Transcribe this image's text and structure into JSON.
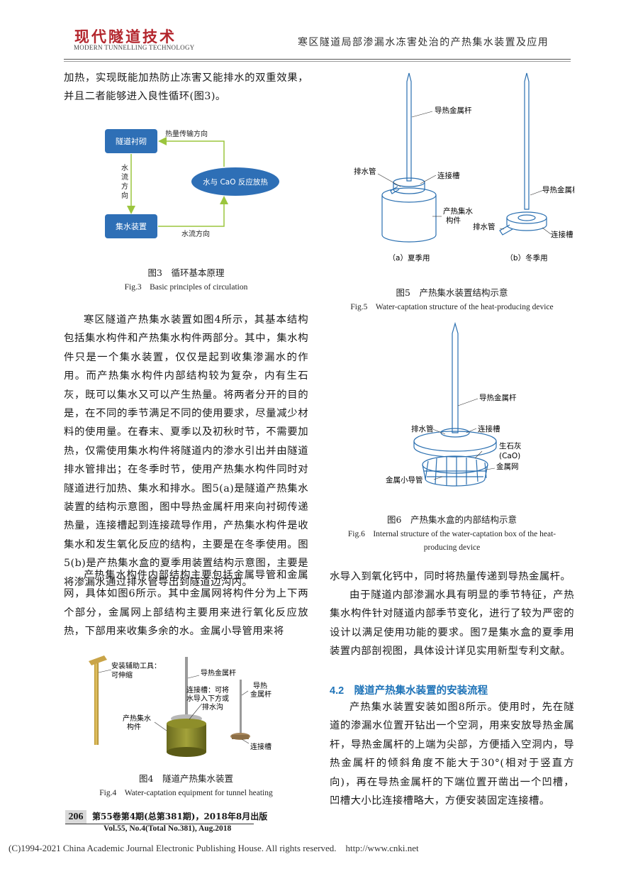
{
  "header": {
    "journal_cn": "现代隧道技术",
    "journal_en": "MODERN TUNNELLING TECHNOLOGY",
    "running_title": "寒区隧道局部渗漏水冻害处治的产热集水装置及应用"
  },
  "left_column": {
    "p1": "加热，实现既能加热防止冻害又能排水的双重效果，并且二者能够进入良性循环(图3)。",
    "p2": "寒区隧道产热集水装置如图4所示，其基本结构包括集水构件和产热集水构件两部分。其中，集水构件只是一个集水装置，仅仅是起到收集渗漏水的作用。而产热集水构件内部结构较为复杂，内有生石灰，既可以集水又可以产生热量。将两者分开的目的是，在不同的季节满足不同的使用要求，尽量减少材料的使用量。在春末、夏季以及初秋时节，不需要加热，仅需使用集水构件将隧道内的渗水引出并由隧道排水管排出；在冬季时节，使用产热集水构件同时对隧道进行加热、集水和排水。图5(a)是隧道产热集水装置的结构示意图，图中导热金属杆用来向衬砌传递热量，连接槽起到连接疏导作用，产热集水构件是收集水和发生氧化反应的结构，主要是在冬季使用。图5(b)是产热集水盒的夏季用装置结构示意图，主要是将渗漏水通过排水管导出到隧道边沟内。",
    "p3": "产热集水构件内部结构主要包括金属导管和金属网，具体如图6所示。其中金属网将构件分为上下两个部分，金属网上部结构主要用来进行氧化反应放热，下部用来收集多余的水。金属小导管用来将"
  },
  "fig3": {
    "box_lining": "隧道衬砌",
    "box_collector": "集水装置",
    "box_reaction": "水与 CaO 反应放热",
    "label_heat": "热量传输方向",
    "label_flow_vertical": [
      "水",
      "流",
      "方",
      "向"
    ],
    "label_flow_bottom": "水流方向",
    "caption_cn": "图3　循环基本原理",
    "caption_en": "Fig.3　Basic principles of circulation",
    "colors": {
      "box_fill": "#2e6fb6",
      "arrow": "#9bc53d"
    }
  },
  "fig4": {
    "label_tool": "安装辅助工具：",
    "label_tool2": "可伸缩",
    "label_rod": "导热金属杆",
    "label_groove": "连接槽：可将",
    "label_groove2": "水导入下方或",
    "label_ditch": "排水沟",
    "label_rod2a": "导热",
    "label_rod2b": "金属杆",
    "label_member_a": "产热集水",
    "label_member_b": "构件",
    "label_groove3": "连接槽",
    "caption_cn": "图4　隧道产热集水装置",
    "caption_en": "Fig.4　Water-captation equipment for tunnel heating"
  },
  "fig5": {
    "label_rod": "导热金属杆",
    "label_drain": "排水管",
    "label_groove": "连接槽",
    "label_member_a": "产热集水",
    "label_member_b": "构件",
    "sub_a": "（a）夏季用",
    "label_rod_b": "导热金属杆",
    "label_drain_b": "排水管",
    "label_groove_b": "连接槽",
    "sub_b": "（b）冬季用",
    "caption_cn": "图5　产热集水装置结构示意",
    "caption_en": "Fig.5　Water-captation structure of the heat-producing device"
  },
  "fig6": {
    "label_rod": "导热金属杆",
    "label_drain": "排水管",
    "label_groove": "连接槽",
    "label_lime": "生石灰",
    "label_cao": "(CaO)",
    "label_mesh": "金属网",
    "label_tube": "金属小导管",
    "caption_cn": "图6　产热集水盒的内部结构示意",
    "caption_en1": "Fig.6　Internal structure of the water-captation box of the heat-",
    "caption_en2": "producing device"
  },
  "right_column": {
    "p1": "水导入到氧化钙中，同时将热量传递到导热金属杆。",
    "p2": "由于隧道内部渗漏水具有明显的季节特征，产热集水构件针对隧道内部季节变化，进行了较为严密的设计以满足使用功能的要求。图7是集水盒的夏季用装置内部剖视图，具体设计详见实用新型专利文献。",
    "section_title": "4.2　隧道产热集水装置的安装流程",
    "p3": "产热集水装置安装如图8所示。使用时，先在隧道的渗漏水位置开钻出一个空洞，用来安放导热金属杆，导热金属杆的上端为尖部，方便插入空洞内，导热金属杆的倾斜角度不能大于30°(相对于竖直方向)，再在导热金属杆的下端位置开凿出一个凹槽，凹槽大小比连接槽略大，方便安装固定连接槽。"
  },
  "footer": {
    "page_number": "206",
    "issue_cn": "第55卷第4期(总第381期)，2018年8月出版",
    "issue_en": "Vol.55, No.4(Total No.381), Aug.2018",
    "copyright": "(C)1994-2021 China Academic Journal Electronic Publishing House. All rights reserved.　http://www.cnki.net"
  }
}
